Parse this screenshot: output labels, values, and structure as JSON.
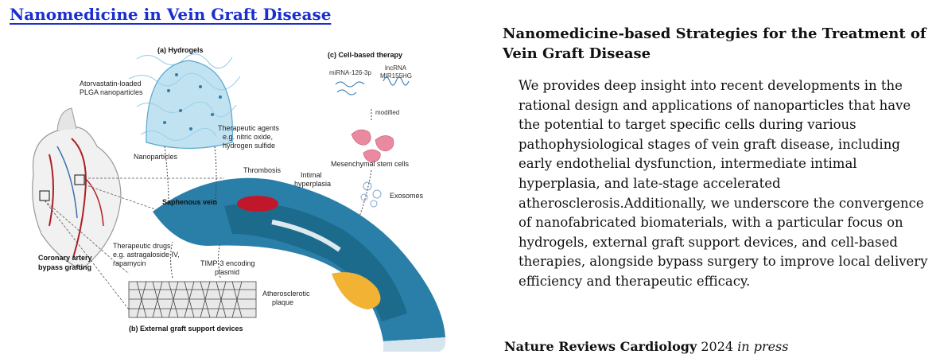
{
  "page": {
    "title": "Nanomedicine in Vein Graft Disease"
  },
  "figure": {
    "panel_a_title": "(a) Hydrogels",
    "panel_b_title": "(b) External graft support devices",
    "panel_c_title": "(c) Cell-based therapy",
    "labels": {
      "atorvastatin_1": "Atorvastatin-loaded",
      "atorvastatin_2": "PLGA nanoparticles",
      "therapeutic_agents_1": "Therapeutic agents",
      "therapeutic_agents_2": "e.g. nitric oxide,",
      "therapeutic_agents_3": "hydrogen sulfide",
      "nanoparticles": "Nanoparticles",
      "thrombosis": "Thrombosis",
      "intimal_1": "Intimal",
      "intimal_2": "hyperplasia",
      "saphenous_vein": "Saphenous vein",
      "mirna": "miRNA-126-3p",
      "lncrna_1": "lncRNA",
      "lncrna_2": "MIR155HG",
      "modified": "modified",
      "msc": "Mesenchymal stem cells",
      "exosomes": "Exosomes",
      "drugs_1": "Therapeutic drugs",
      "drugs_2": "e.g. astragaloside IV,",
      "drugs_3": "rapamycin",
      "timp_1": "TIMP-3 encoding",
      "timp_2": "plasmid",
      "athero_1": "Atherosclerotic",
      "athero_2": "plaque",
      "cabg_1": "Coronary artery",
      "cabg_2": "bypass grafting"
    },
    "colors": {
      "vein_outer": "#2a7fa8",
      "vein_lumen": "#1c6b8c",
      "thrombus": "#c0182a",
      "plaque": "#f2b233",
      "hydrogel": "#9fd3ea",
      "artery_red": "#b01e22",
      "cells": "#e98aa0"
    }
  },
  "article": {
    "title": "Nanomedicine-based Strategies for the Treatment of Vein Graft Disease",
    "abstract": "We provides deep insight into recent developments in the rational design and applications of nanoparticles that have the potential to target specific cells during various pathophysiological stages of vein graft disease, including early endothelial dysfunction, intermediate intimal hyperplasia, and late-stage accelerated atherosclerosis.Additionally, we underscore the convergence of nanofabricated biomaterials, with a particular focus on hydrogels, external graft support devices, and cell-based therapies, alongside bypass surgery to improve local delivery efficiency and therapeutic efficacy."
  },
  "citation": {
    "journal": "Nature Reviews Cardiology",
    "year": "2024",
    "status": "in press"
  }
}
